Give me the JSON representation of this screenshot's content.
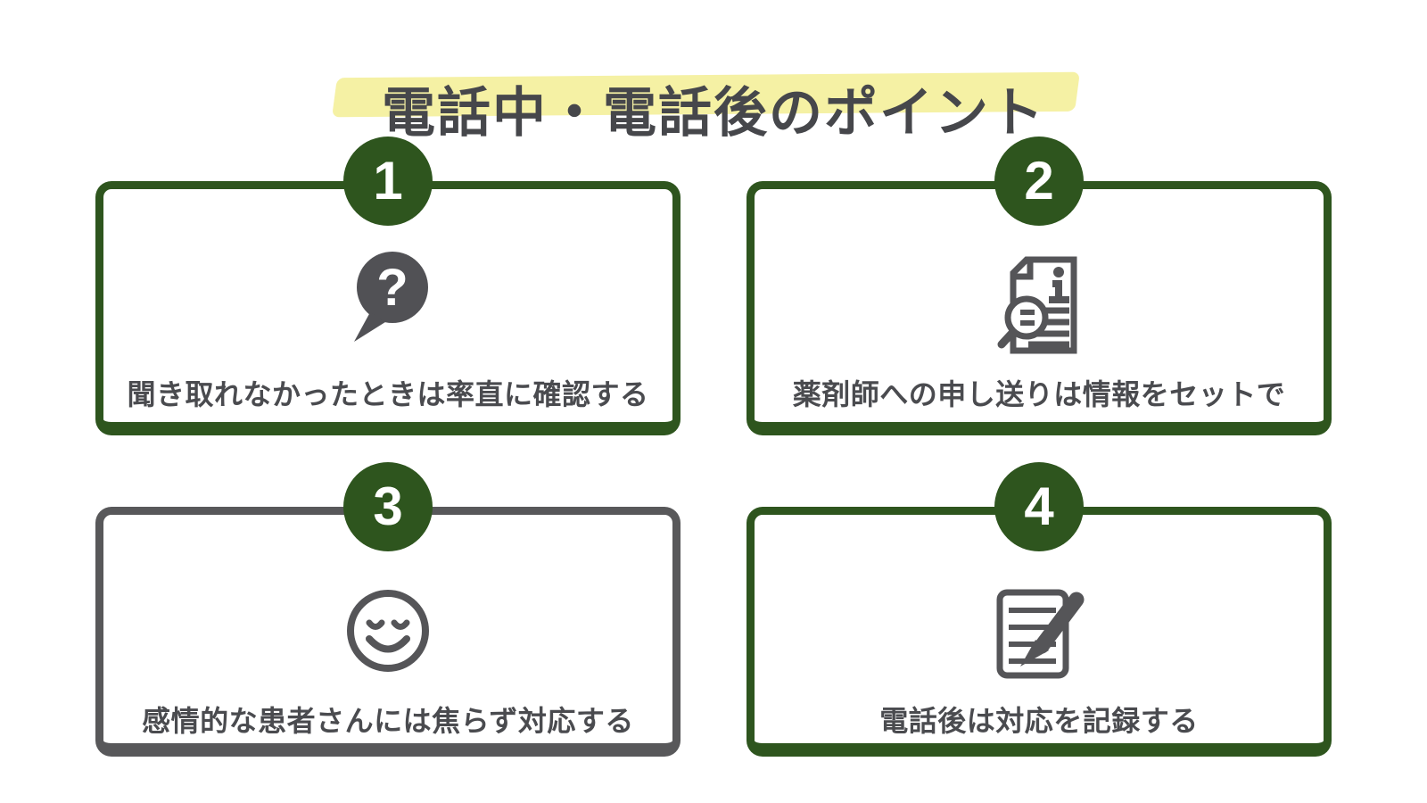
{
  "page": {
    "background": "#FFFFFF"
  },
  "title": {
    "text": "電話中・電話後のポイント",
    "color": "#46474B",
    "highlight_color": "#F5F1A4"
  },
  "colors": {
    "green": "#2E551E",
    "gray_border": "#58585A",
    "icon_gray": "#555558",
    "text_gray": "#4A4B4F"
  },
  "cards": [
    {
      "number": "1",
      "caption": "聞き取れなかったときは率直に確認する",
      "icon": "question-speech-bubble-icon",
      "border_color": "#2E551E",
      "badge_color": "#2E551E"
    },
    {
      "number": "2",
      "caption": "薬剤師への申し送りは情報をセットで",
      "icon": "document-info-magnifier-icon",
      "border_color": "#2E551E",
      "badge_color": "#2E551E"
    },
    {
      "number": "3",
      "caption": "感情的な患者さんには焦らず対応する",
      "icon": "calm-smiling-face-icon",
      "border_color": "#58585A",
      "badge_color": "#2E551E"
    },
    {
      "number": "4",
      "caption": "電話後は対応を記録する",
      "icon": "notepad-pen-icon",
      "border_color": "#2E551E",
      "badge_color": "#2E551E"
    }
  ]
}
